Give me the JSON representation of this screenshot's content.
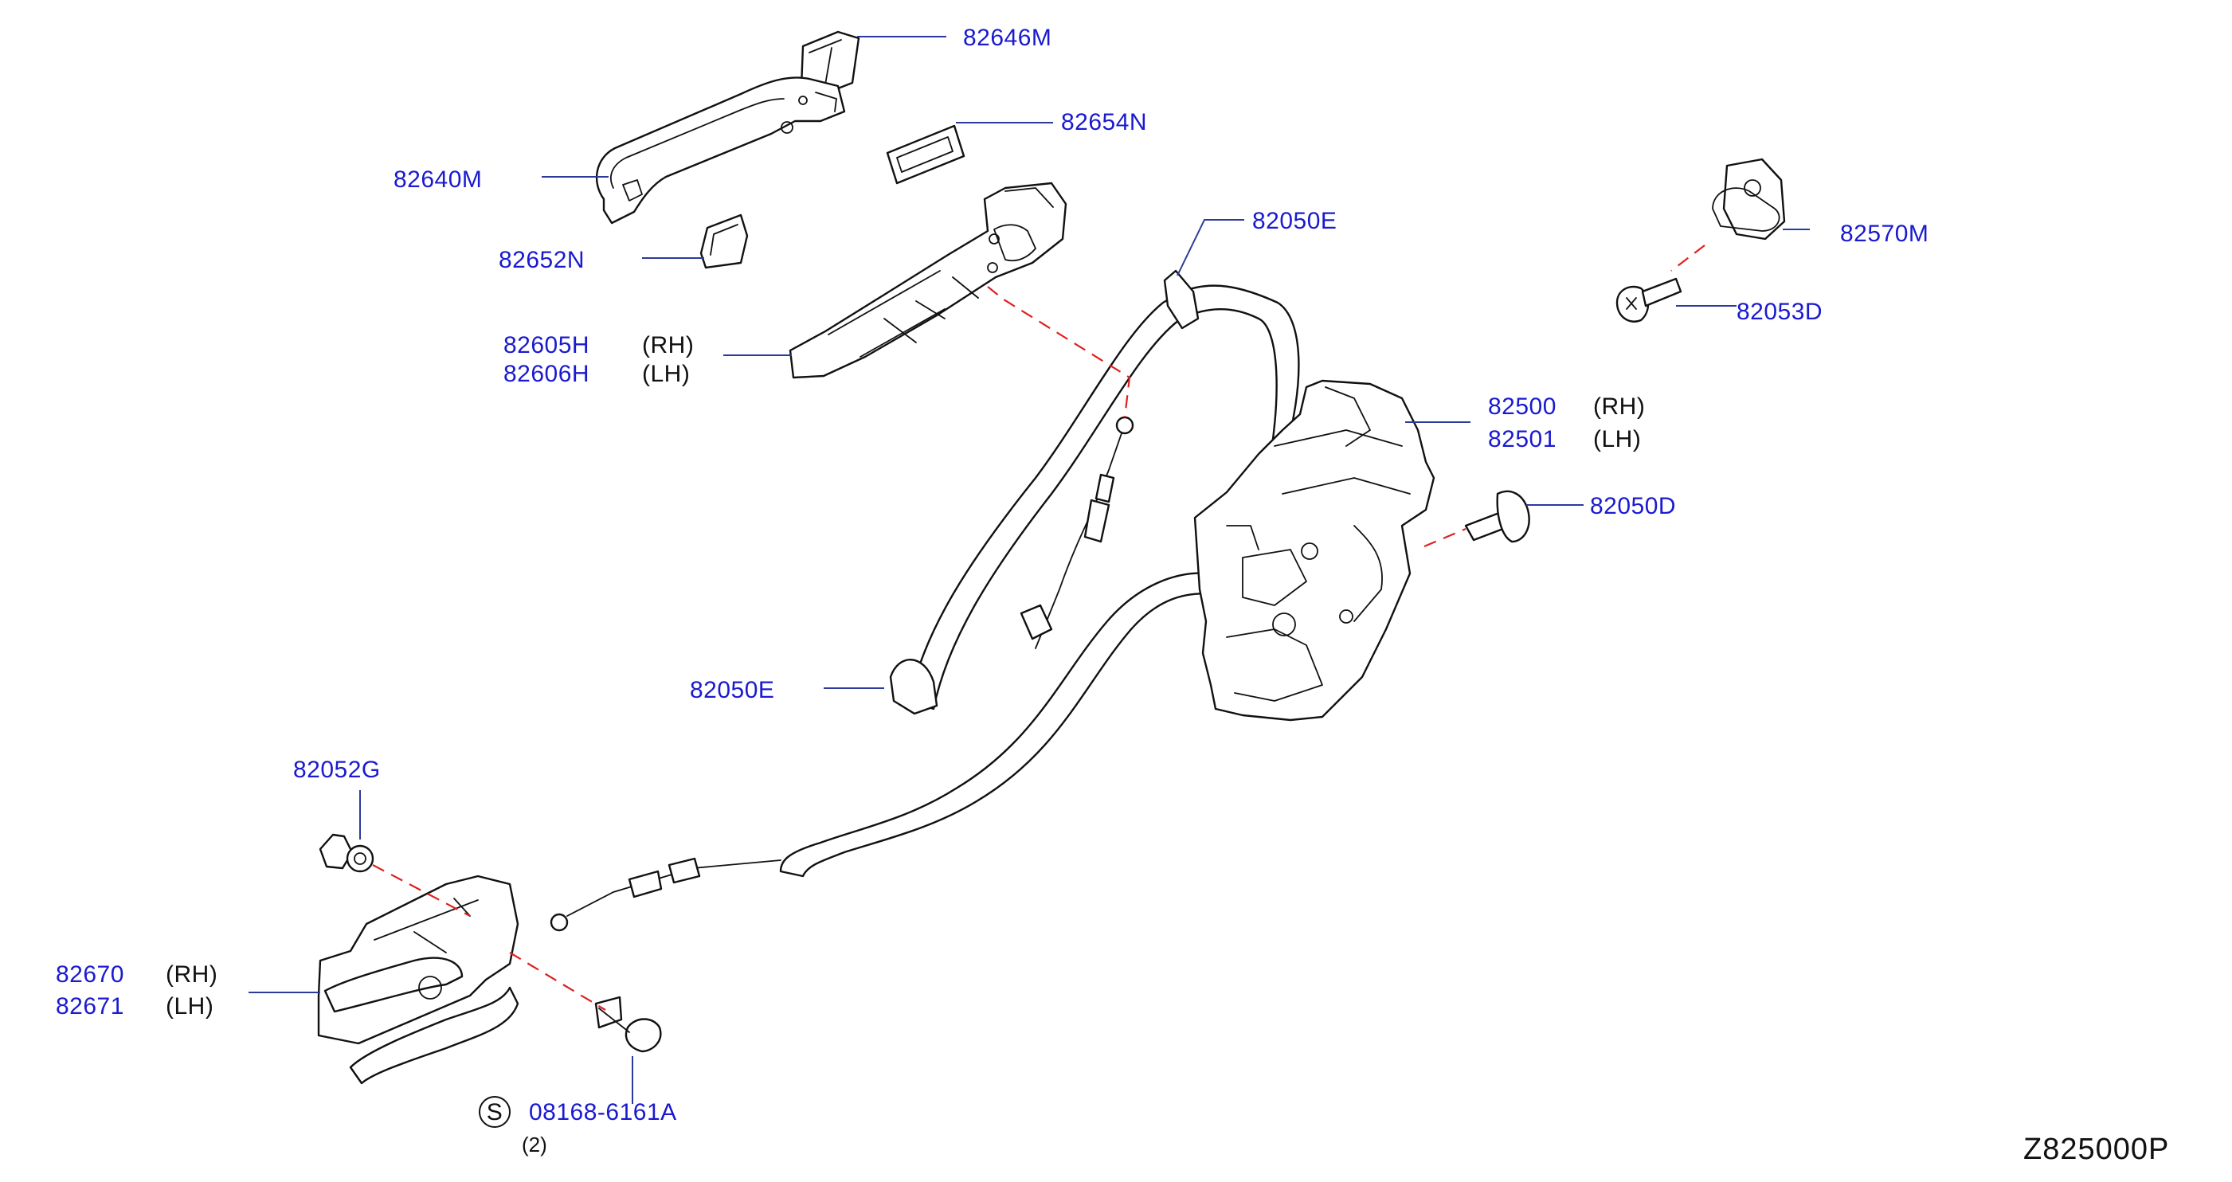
{
  "labels": {
    "p82646M": "82646M",
    "p82654N": "82654N",
    "p82640M": "82640M",
    "p82652N": "82652N",
    "p82605H": "82605H",
    "p82606H": "82606H",
    "p82050E_top": "82050E",
    "p82570M": "82570M",
    "p82053D": "82053D",
    "p82500": "82500",
    "p82501": "82501",
    "p82050D": "82050D",
    "p82050E_bottom": "82050E",
    "p82052G": "82052G",
    "p82670": "82670",
    "p82671": "82671",
    "p08168": "08168-6161A",
    "rh": "(RH)",
    "lh": "(LH)",
    "s_symbol": "S",
    "qty": "(2)",
    "diagram_code": "Z825000P"
  }
}
